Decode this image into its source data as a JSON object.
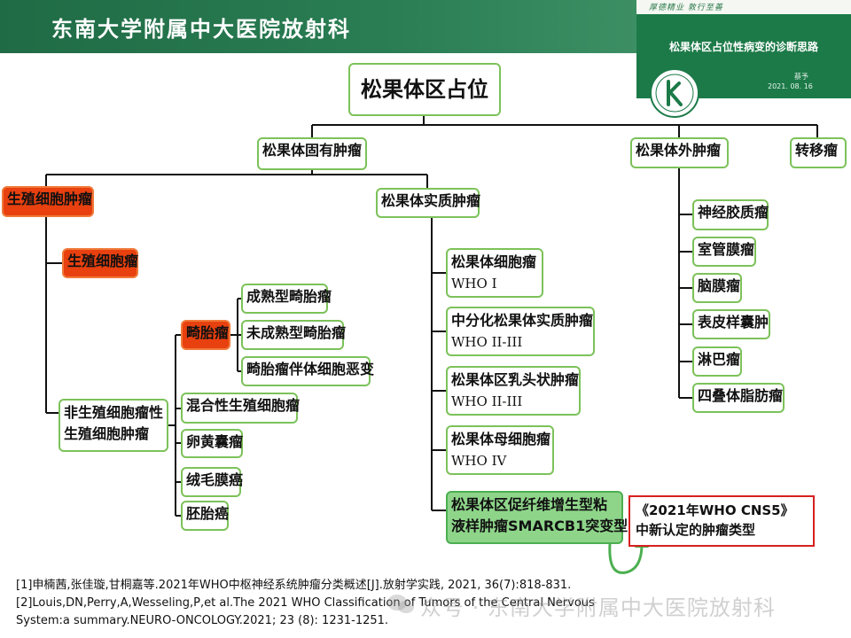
{
  "header": {
    "title": "东南大学附属中大医院放射科"
  },
  "cover": {
    "motto": "厚德精业 敦行至善",
    "title": "松果体区占位性病变的诊断思路",
    "author": "蔡予",
    "date": "2021. 08. 16"
  },
  "tree": {
    "root": "松果体区占位",
    "intrinsic": "松果体固有肿瘤",
    "extrinsic": "松果体外肿瘤",
    "metastasis": "转移瘤",
    "germ_cell": "生殖细胞肿瘤",
    "germinoma": "生殖细胞瘤",
    "nongerminoma": [
      "非生殖细胞瘤性",
      "生殖细胞肿瘤"
    ],
    "teratoma": "畸胎瘤",
    "teratoma_children": [
      "成熟型畸胎瘤",
      "未成熟型畸胎瘤",
      "畸胎瘤伴体细胞恶变"
    ],
    "other_germ": [
      "混合性生殖细胞瘤",
      "卵黄囊瘤",
      "绒毛膜癌",
      "胚胎癌"
    ],
    "parenchymal": "松果体实质肿瘤",
    "parenchymal_children": [
      {
        "name": "松果体细胞瘤",
        "grade": "WHO I"
      },
      {
        "name": "中分化松果体实质肿瘤",
        "grade": "WHO II-III"
      },
      {
        "name": "松果体区乳头状肿瘤",
        "grade": "WHO II-III"
      },
      {
        "name": "松果体母细胞瘤",
        "grade": "WHO IV"
      }
    ],
    "new_type": [
      "松果体区促纤维增生型粘",
      "液样肿瘤SMARCB1突变型"
    ],
    "extrinsic_children": [
      "神经胶质瘤",
      "室管膜瘤",
      "脑膜瘤",
      "表皮样囊肿",
      "淋巴瘤",
      "四叠体脂肪瘤"
    ]
  },
  "callout": {
    "line1": "《2021年WHO CNS5》",
    "line2": "中新认定的肿瘤类型"
  },
  "references": [
    "[1]申楠茜,张佳璇,甘桐嘉等.2021年WHO中枢神经系统肿瘤分类概述[J].放射学实践, 2021, 36(7):818-831.",
    "[2]Louis,DN,Perry,A,Wesseling,P,et al.The 2021 WHO Classification of Tumors of the Central Nervous",
    "System:a summary.NEURO-ONCOLOGY.2021; 23 (8): 1231-1251."
  ],
  "watermark": "众号 · 东南大学附属中大医院放射科",
  "colors": {
    "accent_green": "#7cc25a",
    "highlight_red": "#e8400f",
    "new_type_green": "#8ed58a",
    "callout_border": "#d62020"
  }
}
